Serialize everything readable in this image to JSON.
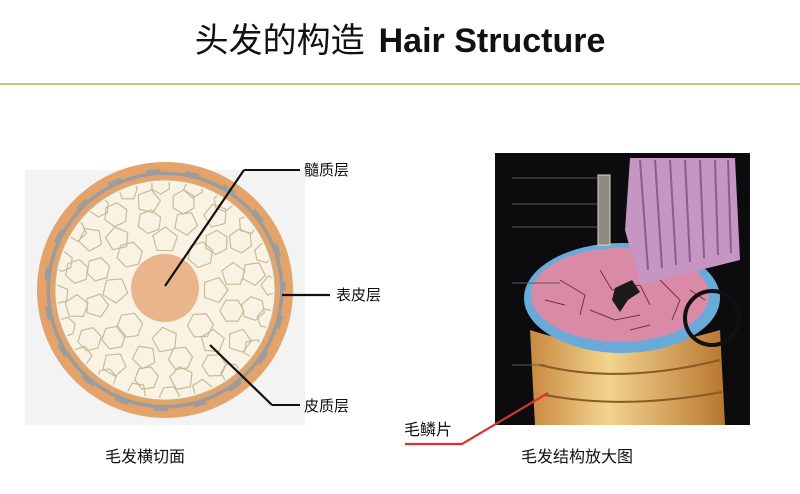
{
  "title": {
    "zh": "头发的构造",
    "en": "Hair Structure"
  },
  "cross_section": {
    "labels": {
      "medulla": "髓质层",
      "cuticle": "表皮层",
      "cortex": "皮质层"
    },
    "caption": "毛发横切面"
  },
  "structure": {
    "scale_label": "毛鳞片",
    "caption": "毛发结构放大图"
  },
  "colors": {
    "rule": "#b6d36a",
    "pointer_red": "#d9342b",
    "cuticle_blue": "#6aaad9",
    "cortex_pink": "#d98aa6",
    "skin_orange": "#e6a56e"
  }
}
